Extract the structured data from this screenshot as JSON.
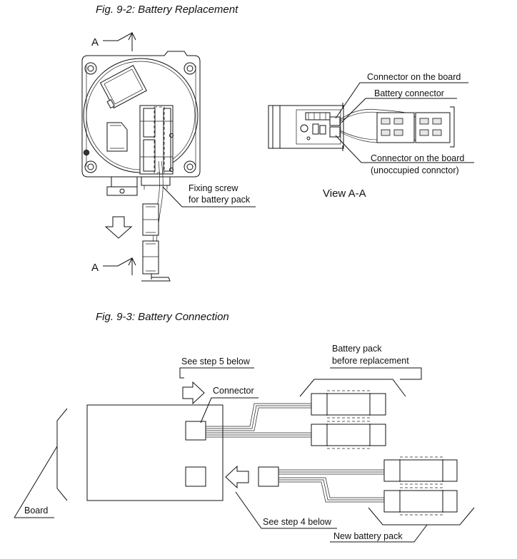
{
  "fig92": {
    "caption": "Fig. 9-2: Battery Replacement",
    "section_mark_top": "A",
    "section_mark_bottom": "A",
    "fixing_screw_line1": "Fixing screw",
    "fixing_screw_line2": "for battery pack",
    "view_label": "View A-A",
    "connector_on_board": "Connector on the board",
    "battery_connector": "Battery connector",
    "connector_on_board_2_line1": "Connector on the board",
    "connector_on_board_2_line2": "(unoccupied connctor)"
  },
  "fig93": {
    "caption": "Fig. 9-3: Battery Connection",
    "see_step_5": "See step 5 below",
    "connector": "Connector",
    "pack_before_line1": "Battery pack",
    "pack_before_line2": "before replacement",
    "board": "Board",
    "see_step_4": "See step 4 below",
    "new_battery_pack": "New battery pack"
  }
}
